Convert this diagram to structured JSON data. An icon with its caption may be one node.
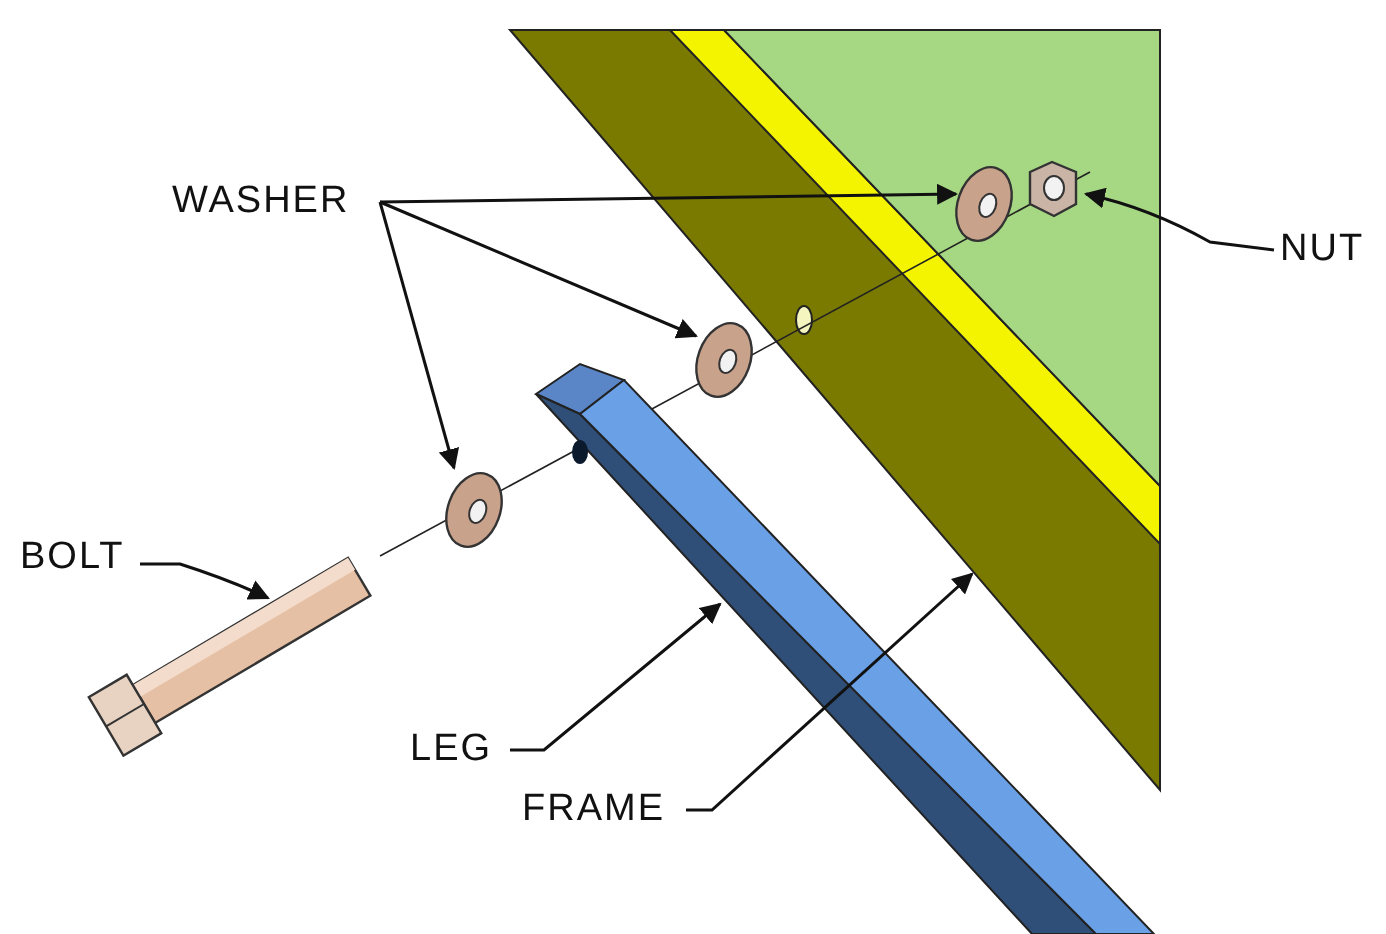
{
  "diagram": {
    "nodes": [
      {
        "text": [
          "WASHER"
        ]
      },
      {
        "text": [],
        "shape": "picture"
      },
      {
        "text": [],
        "shape": "picture"
      },
      {
        "text": [],
        "shape": "picture"
      },
      {
        "text": [
          "NUT"
        ]
      },
      {
        "text": [],
        "shape": "picture"
      },
      {
        "text": [
          "BOLT"
        ]
      },
      {
        "text": [],
        "shape": "picture"
      },
      {
        "text": [
          "LEG"
        ]
      },
      {
        "text": [],
        "shape": "picture"
      },
      {
        "text": [
          "FRAME"
        ]
      },
      {
        "text": [],
        "shape": "picture"
      }
    ],
    "edges": [
      {
        "from": 0,
        "to": 1,
        "arrow": "to"
      },
      {
        "from": 0,
        "to": 2,
        "arrow": "to"
      },
      {
        "from": 0,
        "to": 3,
        "arrow": "to"
      },
      {
        "from": 4,
        "to": 5,
        "arrow": "to"
      },
      {
        "from": 6,
        "to": 7,
        "arrow": "to"
      },
      {
        "from": 8,
        "to": 9,
        "arrow": "to"
      },
      {
        "from": 10,
        "to": 11,
        "arrow": "to"
      }
    ]
  }
}
